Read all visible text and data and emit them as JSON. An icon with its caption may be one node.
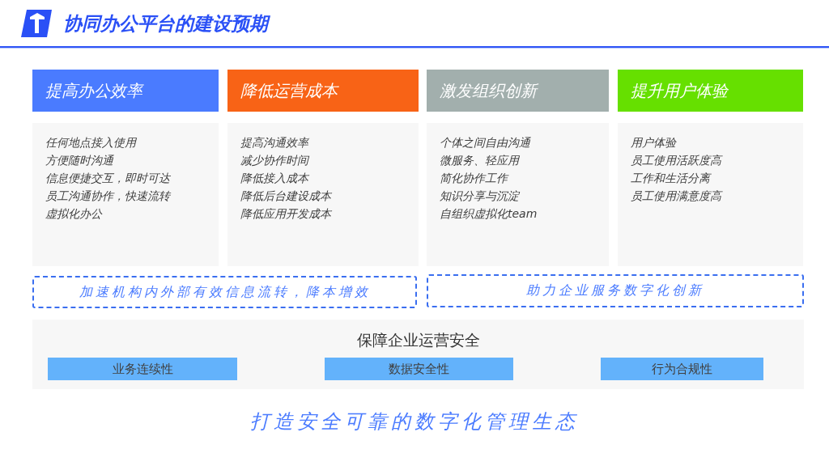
{
  "diagram": {
    "title": "协同办公平台的建设预期",
    "nodes": [
      {
        "text": [
          "提高办公效率"
        ]
      },
      {
        "text": [
          "任何地点接入使用",
          "方便随时沟通",
          "信息便捷交互，即时可达",
          "员工沟通协作，快速流转",
          "虚拟化办公"
        ]
      },
      {
        "text": [
          "降低运营成本"
        ]
      },
      {
        "text": [
          "提高沟通效率",
          "减少协作时间",
          "降低接入成本",
          "降低后台建设成本",
          "降低应用开发成本"
        ]
      },
      {
        "text": [
          "激发组织创新"
        ]
      },
      {
        "text": [
          "个体之间自由沟通",
          "微服务、轻应用",
          "简化协作工作",
          "知识分享与沉淀",
          "自组织虚拟化team"
        ]
      },
      {
        "text": [
          "提升用户体验"
        ]
      },
      {
        "text": [
          "用户体验",
          "员工使用活跃度高",
          "工作和生活分离",
          "员工使用满意度高"
        ]
      },
      {
        "text": [
          "加速机构内外部有效信息流转，降本增效"
        ]
      },
      {
        "text": [
          "助力企业服务数字化创新"
        ]
      },
      {
        "text": [
          "保障企业运营安全"
        ]
      },
      {
        "text": [
          "业务连续性"
        ],
        "in": 10
      },
      {
        "text": [
          "数据安全性"
        ],
        "in": 10
      },
      {
        "text": [
          "行为合规性"
        ],
        "in": 10
      }
    ],
    "caption": "打造安全可靠的数字化管理生态"
  }
}
